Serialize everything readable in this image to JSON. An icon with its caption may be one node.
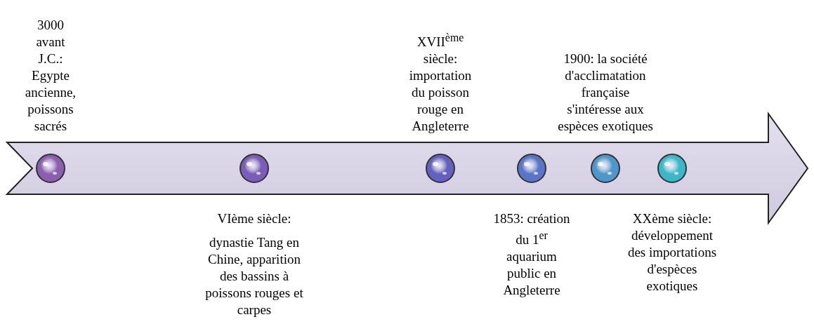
{
  "diagram": {
    "nodes": [
      {
        "text": [],
        "shape": "circle",
        "beside": [
          "3000 avant J.C.: Egypte ancienne, poissons sacrés"
        ]
      },
      {
        "text": [],
        "shape": "circle",
        "beside": [
          "VIème siècle:",
          "dynastie Tang en Chine, apparition des bassins à poissons rouges et carpes"
        ]
      },
      {
        "text": [],
        "shape": "circle",
        "beside": [
          "XVII$^{ème}$ siècle: importation du poisson rouge en Angleterre"
        ]
      },
      {
        "text": [],
        "shape": "circle",
        "beside": [
          "1853: création du 1$^{er}$ aquarium public en Angleterre"
        ]
      },
      {
        "text": [],
        "shape": "circle",
        "beside": [
          "1900: la société d'acclimatation française s'intéresse aux espèces exotiques"
        ]
      },
      {
        "text": [],
        "shape": "circle",
        "beside": [
          "XXème siècle: développement des importations d'espèces exotiques"
        ]
      }
    ],
    "edges": []
  }
}
